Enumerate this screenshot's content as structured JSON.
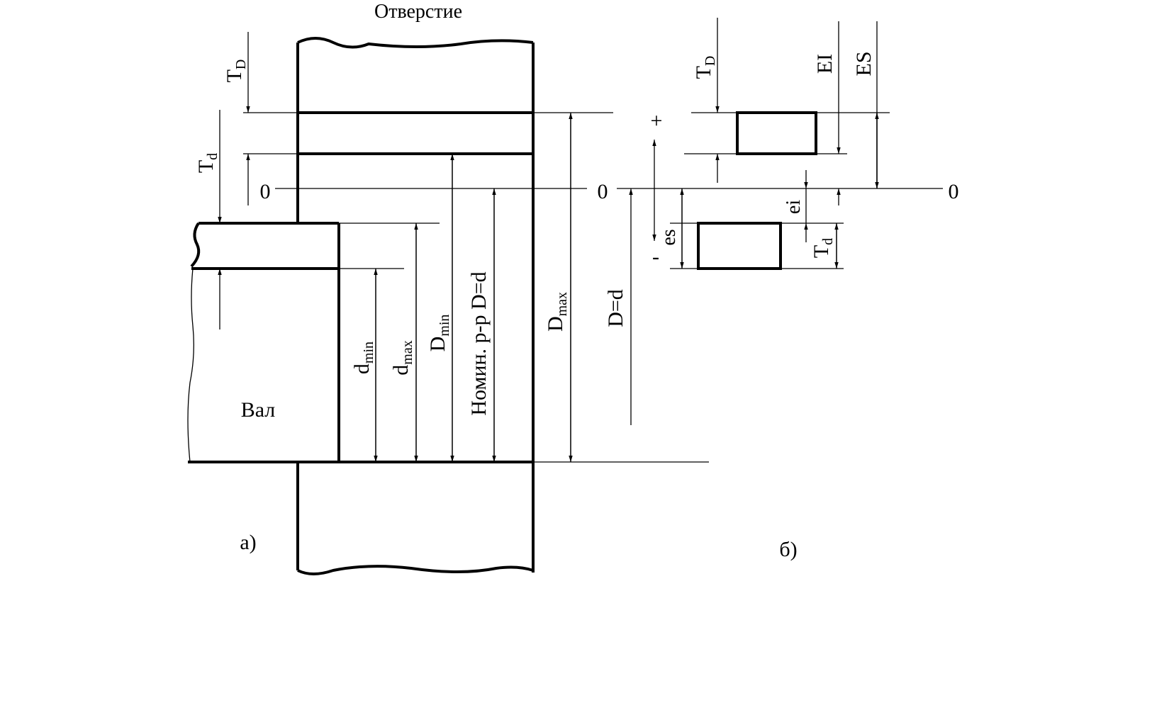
{
  "title_hole": "Отверстие",
  "shaft_label": "Вал",
  "caption_a": "а)",
  "caption_b": "б)",
  "zero": "0",
  "plus": "+",
  "minus": "-",
  "nominal": "Номин. р-р D=d",
  "D_eq_d": "D=d",
  "T_D": {
    "main": "T",
    "sub": "D"
  },
  "T_d": {
    "main": "T",
    "sub": "d"
  },
  "d_min": {
    "main": "d",
    "sub": "min"
  },
  "d_max": {
    "main": "d",
    "sub": "max"
  },
  "D_min": {
    "main": "D",
    "sub": "min"
  },
  "D_max": {
    "main": "D",
    "sub": "max"
  },
  "EI": "EI",
  "ES": "ES",
  "es": "es",
  "ei": "ei"
}
